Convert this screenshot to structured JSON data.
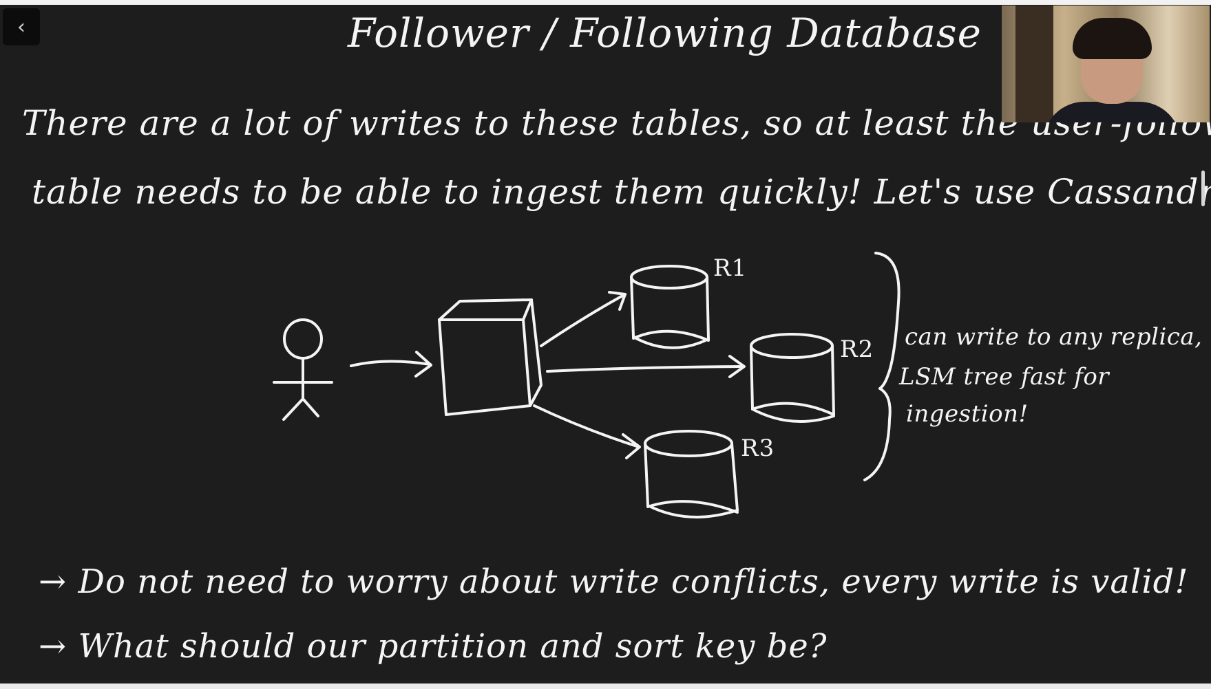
{
  "back_button": {
    "label": "‹",
    "icon": "chevron-left-icon"
  },
  "title": "Follower / Following Database",
  "intro": {
    "line1": "There are a lot of writes to these tables, so at least the user-following",
    "line2": "table needs to be able to ingest them quickly! Let's use Cassandra!"
  },
  "diagram": {
    "replicas": [
      "R1",
      "R2",
      "R3"
    ],
    "note": {
      "line1": "can write to any replica,",
      "line2": "LSM tree fast for",
      "line3": "ingestion!"
    }
  },
  "bullets": [
    "→ Do not need to worry about write conflicts, every write is valid!",
    "→ What should our partition and sort key be?"
  ],
  "webcam": {
    "icon": "webcam-presenter"
  }
}
